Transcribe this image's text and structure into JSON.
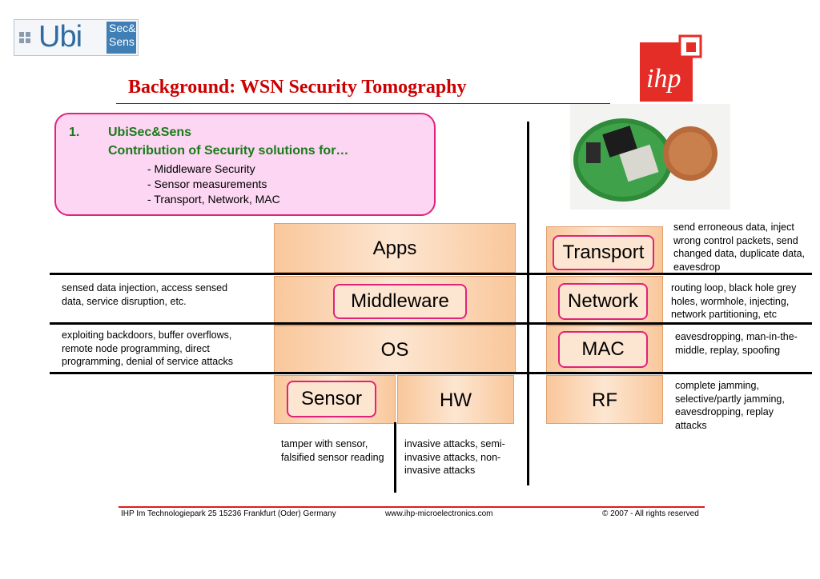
{
  "logo_left": {
    "main": "Ubi",
    "sub_line1": "Sec&",
    "sub_line2": "Sens"
  },
  "logo_right": {
    "text": "ihp"
  },
  "title": "Background: WSN Security Tomography",
  "contribution": {
    "number": "1.",
    "heading": "UbiSec&Sens",
    "subheading": "Contribution of Security solutions for…",
    "items": [
      "- Middleware Security",
      "- Sensor measurements",
      "- Transport, Network, MAC"
    ]
  },
  "layers_left": {
    "apps": "Apps",
    "middleware": "Middleware",
    "os": "OS",
    "sensor": "Sensor",
    "hw": "HW"
  },
  "layers_right": {
    "transport": "Transport",
    "network": "Network",
    "mac": "MAC",
    "rf": "RF"
  },
  "attacks": {
    "middleware": "sensed data injection, access sensed data, service disruption, etc.",
    "os": "exploiting backdoors, buffer overflows, remote node programming, direct programming, denial of service attacks",
    "sensor": "tamper with sensor, falsified sensor reading",
    "hw": "invasive attacks, semi-invasive attacks, non-invasive attacks",
    "transport": "send erroneous data, inject wrong control packets, send changed data, duplicate data, eavesdrop",
    "network": "routing loop, black hole grey holes, wormhole, injecting, network partitioning, etc",
    "mac": "eavesdropping, man-in-the-middle, replay, spoofing",
    "rf": "complete jamming, selective/partly jamming, eavesdropping, replay attacks"
  },
  "footer": {
    "address": "IHP  Im Technologiepark 25  15236 Frankfurt (Oder) Germany",
    "url": "www.ihp-microelectronics.com",
    "copyright": "© 2007 - All rights reserved"
  },
  "colors": {
    "title": "#cc0000",
    "accent_pink": "#e2227a",
    "green": "#1a7a1a",
    "layer_fill": "#f9c79b"
  }
}
